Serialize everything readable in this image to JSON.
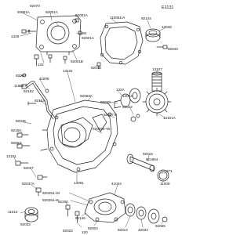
{
  "diagram": {
    "code": "E1131",
    "colors": {
      "line": "#222222",
      "background": "#ffffff"
    },
    "labels": {
      "l92070": "92070",
      "l92001a_top": "92001A",
      "l1328": "1328",
      "l92001a_1": "92001A",
      "l92001b": "92001B",
      "l132": "132",
      "l92001a_left": "92001A",
      "l92001_right": "92001A",
      "l110061a": "110061/A",
      "l92144": "92144",
      "l13046": "13046",
      "l92043": "92043",
      "l92043b": "92043",
      "l92063": "92063",
      "l11008_a": "11008",
      "l13101": "13101",
      "l11008_b": "11008",
      "l92152": "92152",
      "l13107": "13107",
      "l92153": "92153",
      "l92063a": "92063A",
      "l92049": "92049",
      "l132a": "132A",
      "l14014": "14014",
      "l92022": "92022",
      "l92027b": "92027 B",
      "l131014": "13101A",
      "l92046": "92046",
      "l92150": "92150",
      "l92002": "92002",
      "l920250w": "920250~W",
      "l13151": "13151",
      "l14091": "14091",
      "l92037": "92037",
      "l92037a": "92037A",
      "l92015": "92015",
      "l921954": "921954",
      "l671": "671",
      "l11009": "11009",
      "l41044": "41044",
      "l920254m": "920254~M",
      "l920254e": "920254~E",
      "l92200": "92200",
      "l92146": "92146",
      "l92065": "92065",
      "l11012": "11012",
      "l92033": "92033",
      "l92022b": "92022",
      "l92003": "92003",
      "l120": "120",
      "l42034": "42034",
      "l92014": "92014"
    }
  }
}
